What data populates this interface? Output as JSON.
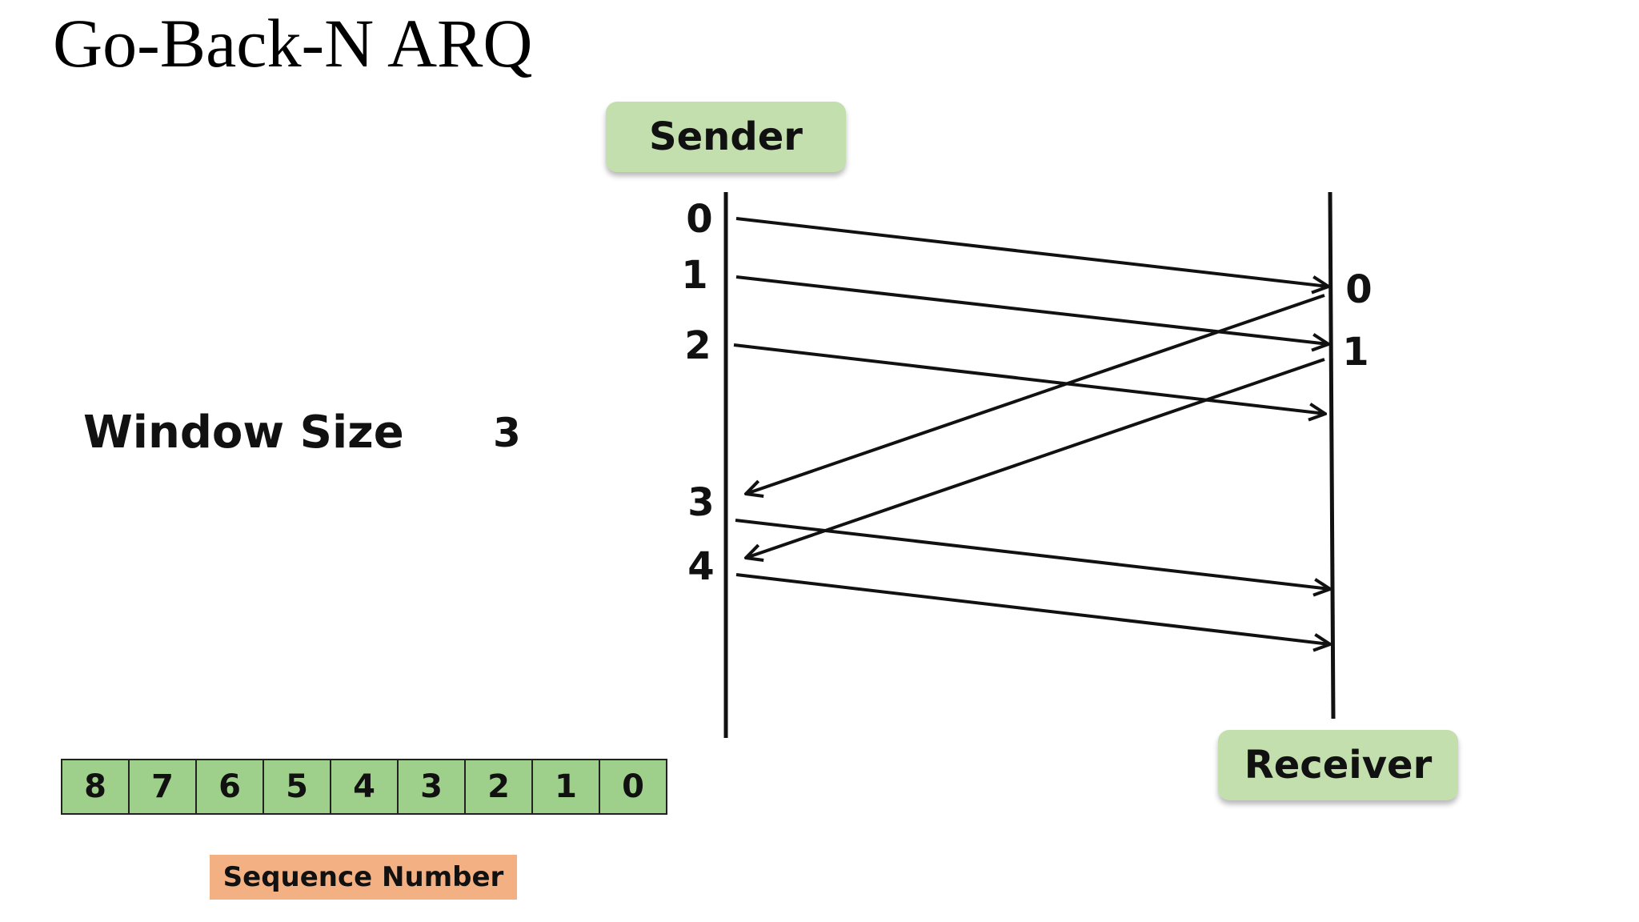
{
  "title": "Go-Back-N ARQ",
  "sender_label": "Sender",
  "receiver_label": "Receiver",
  "window_size": {
    "label": "Window Size",
    "value": "3"
  },
  "sender_numbers": [
    "0",
    "1",
    "2",
    "3",
    "4"
  ],
  "receiver_numbers": [
    "0",
    "1"
  ],
  "sequence_cells": [
    "8",
    "7",
    "6",
    "5",
    "4",
    "3",
    "2",
    "1",
    "0"
  ],
  "sequence_label": "Sequence Number",
  "colors": {
    "pill": "#c3dfae",
    "sequence_cells": "#9fd08b",
    "sequence_label": "#f3b083"
  }
}
